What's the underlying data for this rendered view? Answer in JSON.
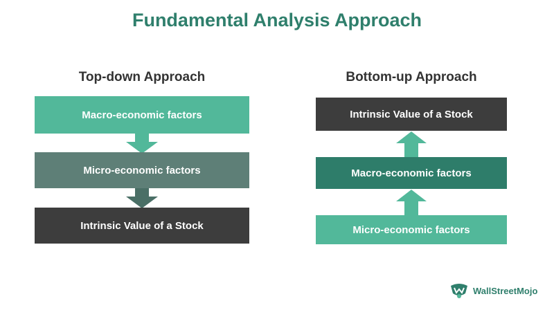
{
  "title": "Fundamental Analysis Approach",
  "colors": {
    "title": "#2f7f6c",
    "light_green": "#52b89a",
    "mid_green": "#3f8a78",
    "grey_green": "#5e7f77",
    "teal_dark": "#2e7d6a",
    "dark_grey": "#3d3d3d"
  },
  "top_down": {
    "heading": "Top-down Approach",
    "steps": [
      "Macro-economic factors",
      "Micro-economic factors",
      "Intrinsic Value of a Stock"
    ]
  },
  "bottom_up": {
    "heading": "Bottom-up Approach",
    "steps": [
      "Intrinsic Value of a Stock",
      "Macro-economic factors",
      "Micro-economic factors"
    ]
  },
  "logo": {
    "text": "WallStreetMojo",
    "icon": "wallstreetmojo-logo-icon"
  }
}
